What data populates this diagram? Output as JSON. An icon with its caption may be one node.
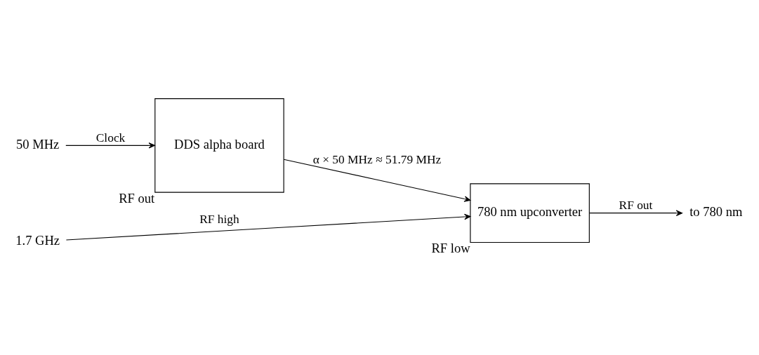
{
  "diagram": {
    "nodes": [
      {
        "text": [
          "50 MHz"
        ]
      },
      {
        "text": [
          "DDS alpha board"
        ],
        "beside": [
          "RF out"
        ]
      },
      {
        "text": [
          "780 nm upconverter"
        ],
        "beside": [
          "RF low"
        ]
      },
      {
        "text": [
          "1.7 GHz"
        ]
      },
      {
        "text": [
          "to 780 nm"
        ]
      }
    ],
    "edges": [
      {
        "from": 0,
        "to": 1,
        "arrow": "to",
        "label": "Clock"
      },
      {
        "from": 1,
        "to": 2,
        "arrow": "to",
        "label": "α × 50 MHz ≈ 51.79 MHz"
      },
      {
        "from": 3,
        "to": 2,
        "arrow": "to",
        "label": "RF high"
      },
      {
        "from": 2,
        "to": 4,
        "arrow": "to",
        "label": "RF out"
      }
    ]
  }
}
